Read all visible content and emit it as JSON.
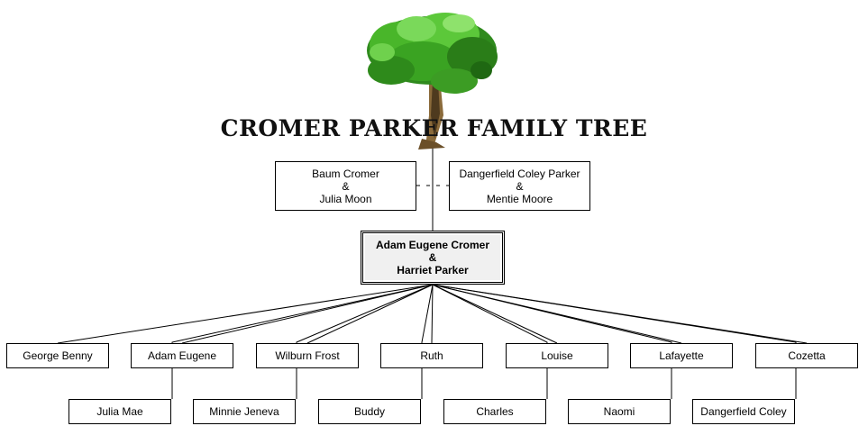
{
  "title": "CROMER PARKER FAMILY TREE",
  "logo_icon": "tree-icon",
  "grandparents_left": {
    "name1": "Baum Cromer",
    "amp": "&",
    "name2": "Julia Moon"
  },
  "grandparents_right": {
    "name1": "Dangerfield Coley Parker",
    "amp": "&",
    "name2": "Mentie Moore"
  },
  "parents": {
    "name1": "Adam Eugene Cromer",
    "amp": "&",
    "name2": "Harriet Parker"
  },
  "children": [
    {
      "name": "George Benny"
    },
    {
      "name": "Julia Mae"
    },
    {
      "name": "Adam Eugene"
    },
    {
      "name": "Minnie Jeneva"
    },
    {
      "name": "Wilburn Frost"
    },
    {
      "name": "Buddy"
    },
    {
      "name": "Ruth"
    },
    {
      "name": "Charles"
    },
    {
      "name": "Louise"
    },
    {
      "name": "Naomi"
    },
    {
      "name": "Lafayette"
    },
    {
      "name": "Dangerfield Coley"
    },
    {
      "name": "Cozetta"
    }
  ]
}
